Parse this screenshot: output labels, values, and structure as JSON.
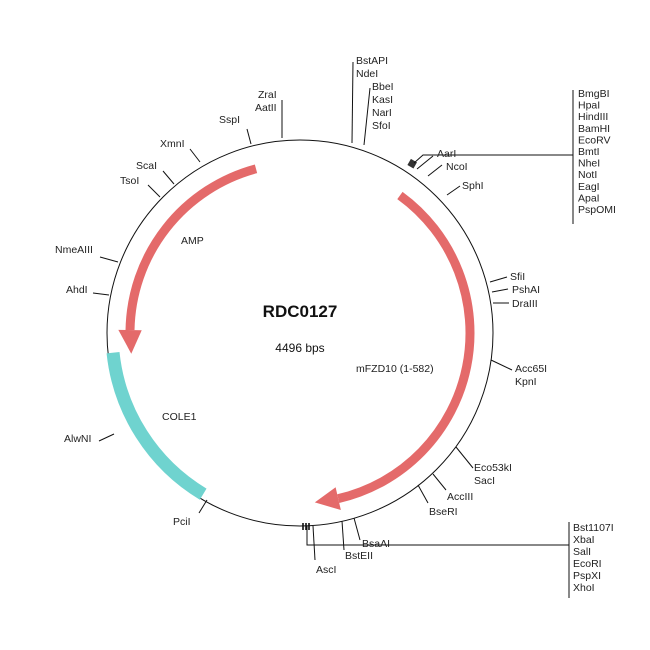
{
  "plasmid": {
    "name": "RDC0127",
    "size_label": "4496 bps"
  },
  "features": [
    {
      "name": "AMP",
      "color": "#e46a6a",
      "type": "arrow",
      "direction": "counterclockwise"
    },
    {
      "name": "mFZD10 (1-582)",
      "color": "#e46a6a",
      "type": "arrow",
      "direction": "clockwise"
    },
    {
      "name": "COLE1",
      "color": "#6fd3cf",
      "type": "block"
    }
  ],
  "sites": {
    "bstapi": "BstAPI",
    "ndei": "NdeI",
    "bbei": "BbeI",
    "kasi": "KasI",
    "nari": "NarI",
    "sfoi": "SfoI",
    "mcs1": [
      "BmgBI",
      "HpaI",
      "HindIII",
      "BamHI",
      "EcoRV",
      "BmtI",
      "NheI",
      "NotI",
      "EagI",
      "ApaI",
      "PspOMI"
    ],
    "aari": "AarI",
    "ncoi": "NcoI",
    "sphi": "SphI",
    "sfii": "SfiI",
    "pshai": "PshAI",
    "draiii": "DraIII",
    "acc65i": "Acc65I",
    "kpni": "KpnI",
    "eco53ki": "Eco53kI",
    "saci": "SacI",
    "acciii": "AccIII",
    "bseri": "BseRI",
    "bsaai": "BsaAI",
    "bsteii": "BstEII",
    "asci": "AscI",
    "mcs2": [
      "Bst1107I",
      "XbaI",
      "SalI",
      "EcoRI",
      "PspXI",
      "XhoI"
    ],
    "pcii": "PciI",
    "alwni": "AlwNI",
    "ahdi": "AhdI",
    "nmeaiii": "NmeAIII",
    "tsoi": "TsoI",
    "scai": "ScaI",
    "xmni": "XmnI",
    "sspi": "SspI",
    "zrai": "ZraI",
    "aatii": "AatII"
  }
}
